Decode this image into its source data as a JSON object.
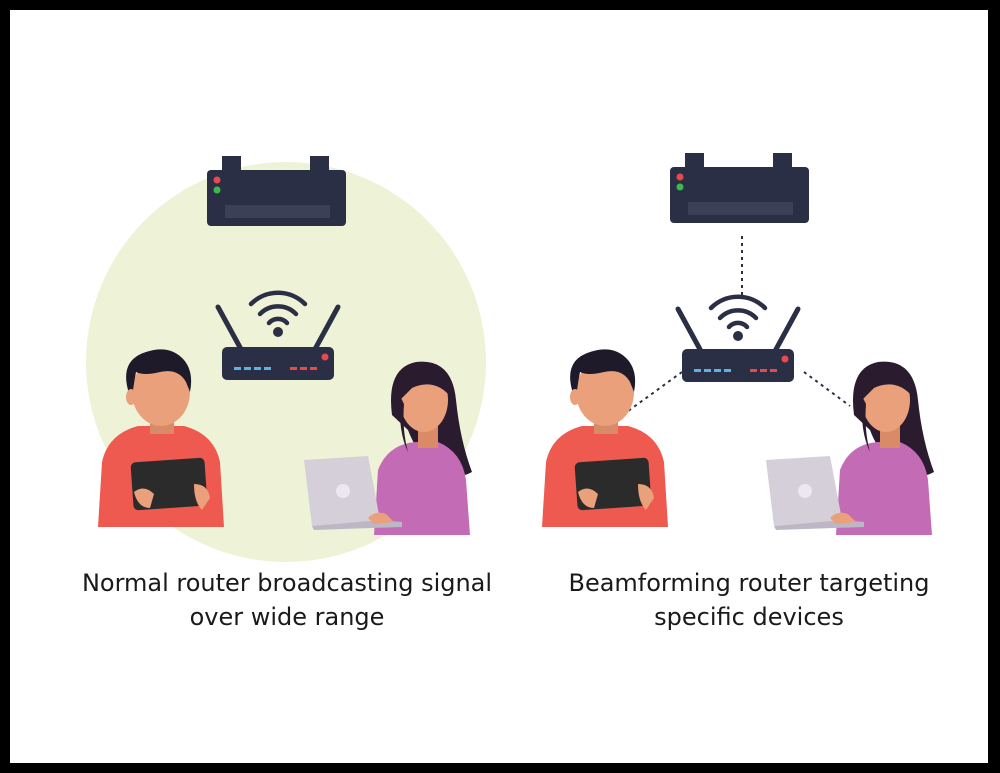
{
  "panels": [
    {
      "id": "normal",
      "caption_line1": "Normal router broadcasting signal",
      "caption_line2": "over wide range"
    },
    {
      "id": "beamforming",
      "caption_line1": "Beamforming router targeting",
      "caption_line2": "specific devices"
    }
  ],
  "colors": {
    "frame_border": "#000000",
    "background": "#ffffff",
    "coverage_area": "#eef2d6",
    "device_dark": "#2a2f45",
    "led_red": "#e84a4a",
    "led_green": "#3dbb4a",
    "led_blue": "#5ab4e0",
    "shirt_red": "#ee5a4f",
    "shirt_purple": "#c46bb5",
    "skin": "#eaa07a",
    "hair": "#1f1a2a",
    "laptop": "#d4cfd8"
  },
  "icons": [
    "access-point-icon",
    "wifi-router-icon",
    "wifi-signal-icon",
    "man-with-tablet-icon",
    "woman-with-laptop-icon"
  ]
}
